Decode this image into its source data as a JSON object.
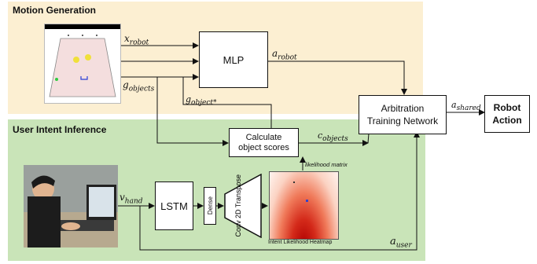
{
  "panels": {
    "motion_title": "Motion Generation",
    "intent_title": "User Intent Inference"
  },
  "blocks": {
    "mlp": "MLP",
    "arbitration": "Arbitration Training Network",
    "robot_action": "Robot Action",
    "calc_scores": "Calculate object scores",
    "lstm": "LSTM",
    "dense": "Dense",
    "conv": "Conv 2D Transpose"
  },
  "signals": {
    "x_robot": {
      "base": "x",
      "sub": "robot"
    },
    "g_objects": {
      "base": "g",
      "sub": "objects"
    },
    "a_robot": {
      "base": "a",
      "sub": "robot"
    },
    "g_object_star": {
      "base": "g",
      "sub": "object*"
    },
    "a_shared": {
      "base": "a",
      "sub": "shared"
    },
    "c_objects": {
      "base": "c",
      "sub": "objects"
    },
    "v_hand": {
      "base": "v",
      "sub": "hand"
    },
    "a_user": {
      "base": "a",
      "sub": "user"
    }
  },
  "annotations": {
    "likelihood_matrix": "likelihood matrix",
    "heatmap_caption": "Intent Likelihood Heatmap"
  },
  "colors": {
    "motion_bg": "#fcefd2",
    "intent_bg": "#c9e4b8"
  }
}
